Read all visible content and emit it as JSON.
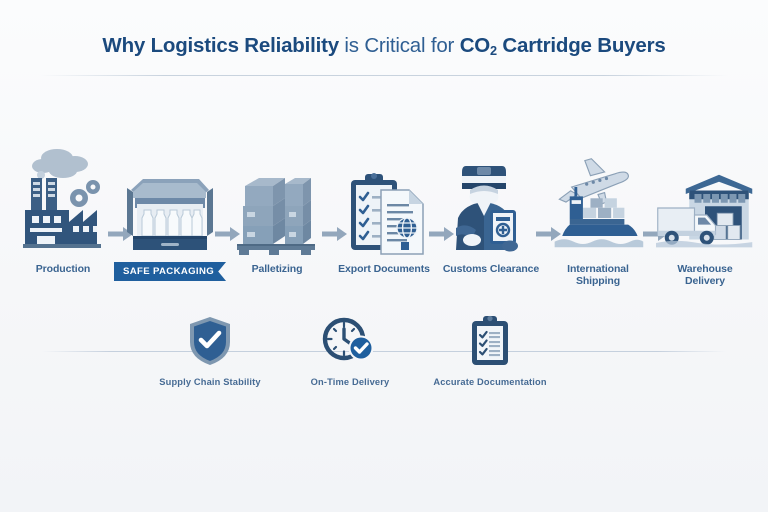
{
  "header": {
    "title_bold_1": "Why Logistics Reliability",
    "title_mid": " is Critical for ",
    "title_co": "CO",
    "title_sub": "2",
    "title_bold_2": " Cartridge Buyers",
    "title_plain": "Why Logistics Reliability is Critical for CO2 Cartridge Buyers"
  },
  "colors": {
    "background": "#f6f7f9",
    "title_dark": "#1b4a7e",
    "title_light": "#2f5f93",
    "accent_blue": "#1f5f9e",
    "icon_navy": "#2c4f74",
    "icon_steel": "#6d89a8",
    "icon_light": "#b9c7d6",
    "arrow": "#93a7bc",
    "label_blue": "#3a6491",
    "badge_bg": "#1f5f9e",
    "rule": "#a0b2c6"
  },
  "pipeline": {
    "steps": [
      {
        "label": "Production",
        "icon": "factory-icon",
        "highlight": false
      },
      {
        "label": "Safe Packaging",
        "icon": "open-box-cartridges-icon",
        "highlight": true
      },
      {
        "label": "Palletizing",
        "icon": "pallet-boxes-icon",
        "highlight": false
      },
      {
        "label": "Export Documents",
        "icon": "clipboard-document-globe-icon",
        "highlight": false
      },
      {
        "label": "Customs Clearance",
        "icon": "customs-officer-icon",
        "highlight": false
      },
      {
        "label": "International Shipping",
        "icon": "plane-ship-icon",
        "highlight": false
      },
      {
        "label": "Warehouse Delivery",
        "icon": "warehouse-truck-icon",
        "highlight": false
      }
    ],
    "arrow_count": 6,
    "arrow_icon": "right-arrow-icon"
  },
  "trust": {
    "items": [
      {
        "label": "Supply Chain Stability",
        "icon": "shield-check-icon"
      },
      {
        "label": "On-Time Delivery",
        "icon": "clock-check-icon"
      },
      {
        "label": "Accurate Documentation",
        "icon": "clipboard-checklist-icon"
      }
    ]
  }
}
